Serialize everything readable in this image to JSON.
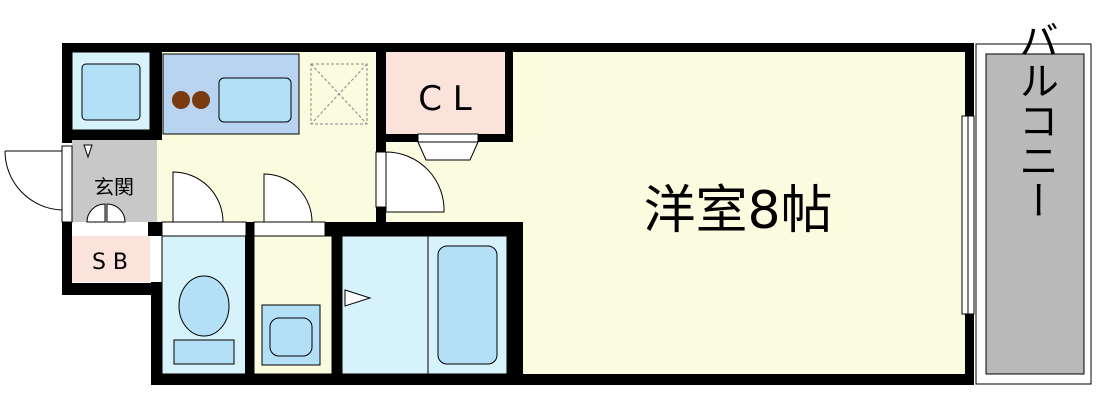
{
  "rooms": {
    "western_room": "洋室8帖",
    "balcony": "バルコニー",
    "closet": "C L",
    "entrance": "玄関",
    "shoe_box": "S B"
  },
  "colors": {
    "wall": "#000000",
    "room_floor": "#fbfbe0",
    "closet_fill": "#fbe2da",
    "balcony_fill": "#b9b9b9",
    "entrance_fill": "#c8c8c8",
    "water_area": "#d6f2fa",
    "fixture_blue": "#b3dff7",
    "kitchen_fill": "#b9d4f0",
    "stove_burner": "#7a3a10"
  },
  "icons": [
    "sink-icon",
    "stove-icon",
    "washing-machine-pan-icon",
    "toilet-icon",
    "washbasin-icon",
    "bathtub-icon",
    "door-swing-icon"
  ]
}
